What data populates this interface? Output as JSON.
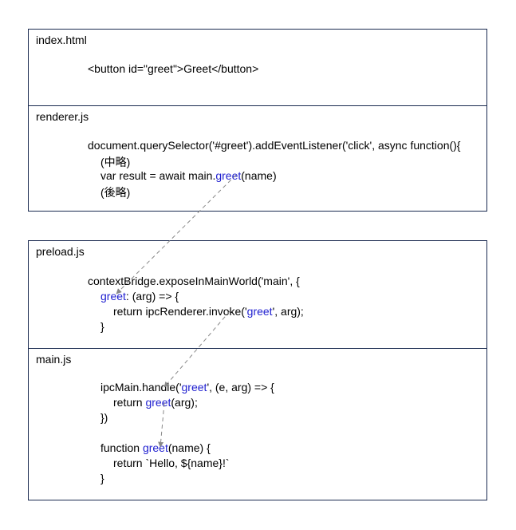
{
  "colors": {
    "highlight": "#2020d0",
    "border": "#1a2a50",
    "arrow": "#888888"
  },
  "top_panel": {
    "index_html": {
      "filename": "index.html",
      "code": "<button id=\"greet\">Greet</button>"
    },
    "renderer_js": {
      "filename": "renderer.js",
      "line1": "document.querySelector('#greet').addEventListener('click', async function(){",
      "line2": "(中略)",
      "line3_pre": "var result = await main.",
      "line3_kw": "greet",
      "line3_post": "(name)",
      "line4": "(後略)"
    }
  },
  "bottom_panel": {
    "preload_js": {
      "filename": "preload.js",
      "line1": "contextBridge.exposeInMainWorld('main', {",
      "line2_kw": "greet",
      "line2_post": ": (arg) => {",
      "line3_pre": "return ipcRenderer.invoke('",
      "line3_kw": "greet",
      "line3_post": "', arg);",
      "line4": "}"
    },
    "main_js": {
      "filename": "main.js",
      "line1_pre": "ipcMain.handle('",
      "line1_kw": "greet",
      "line1_post": "', (e, arg) => {",
      "line2_pre": "return ",
      "line2_kw": "greet",
      "line2_post": "(arg);",
      "line3": "})",
      "line4_pre": "function ",
      "line4_kw": "greet",
      "line4_post": "(name) {",
      "line5": "return `Hello, ${name}!`",
      "line6": "}"
    }
  }
}
